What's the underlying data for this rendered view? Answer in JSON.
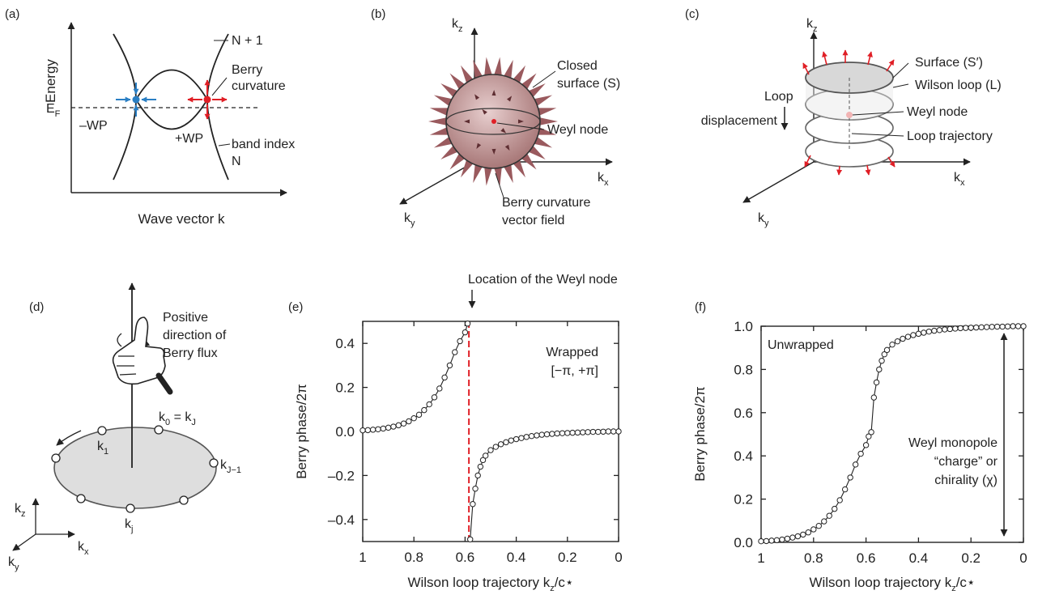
{
  "figure": {
    "panels": {
      "a": {
        "tag": "(a)",
        "ylabel": "Energy",
        "xlabel": "Wave vector k",
        "ef_main": "E",
        "ef_sub": "F",
        "band_upper": "N + 1",
        "band_lower_1": "band index",
        "band_lower_2": "N",
        "berry_1": "Berry",
        "berry_2": "curvature",
        "wp_minus": "–WP",
        "wp_plus": "+WP",
        "colors": {
          "minus": "#2a7fc4",
          "plus": "#e01f26"
        }
      },
      "b": {
        "tag": "(b)",
        "kz": "k",
        "kz_sub": "z",
        "kx": "k",
        "kx_sub": "x",
        "ky": "k",
        "ky_sub": "y",
        "closed_1": "Closed",
        "closed_2": "surface (S)",
        "weyl": "Weyl node",
        "field_1": "Berry curvature",
        "field_2": "vector field",
        "colors": {
          "spikes": "#8a4a4e",
          "sphere": "#c7a2a2"
        }
      },
      "c": {
        "tag": "(c)",
        "kz": "k",
        "kz_sub": "z",
        "kx": "k",
        "kx_sub": "x",
        "ky": "k",
        "ky_sub": "y",
        "surface": "Surface (S′)",
        "wilson": "Wilson loop (L)",
        "weyl": "Weyl node",
        "trajectory": "Loop trajectory",
        "disp_1": "Loop",
        "disp_2": "displacement",
        "colors": {
          "arrows": "#e01f26"
        }
      },
      "d": {
        "tag": "(d)",
        "flux_1": "Positive",
        "flux_2": "direction of",
        "flux_3": "Berry flux",
        "k0": "k",
        "k0_sub": "0",
        "kJ_sub": "J",
        "k1": "k",
        "k1_sub": "1",
        "kJm1": "k",
        "kJm1_sub": "J−1",
        "kj": "k",
        "kj_sub": "j",
        "kz": "k",
        "kz_sub": "z",
        "kx": "k",
        "kx_sub": "x",
        "ky": "k",
        "ky_sub": "y"
      },
      "e": {
        "tag": "(e)",
        "top_note": "Location of the Weyl node",
        "wrapped_1": "Wrapped",
        "wrapped_2": "[−π, +π]",
        "ylabel": "Berry phase/2π",
        "xlabel_1": "Wilson loop trajectory",
        "xlabel_k": "k",
        "xlabel_sub": "z",
        "xlabel_2": "/c⋆",
        "colors": {
          "node_line": "#e01f26"
        }
      },
      "f": {
        "tag": "(f)",
        "unwrapped": "Unwrapped",
        "mono_1": "Weyl monopole",
        "mono_2": "“charge” or",
        "mono_3": "chirality (χ)",
        "ylabel": "Berry phase/2π",
        "xlabel_1": "Wilson loop trajectory",
        "xlabel_k": "k",
        "xlabel_sub": "z",
        "xlabel_2": "/c⋆"
      }
    }
  },
  "chart_data": [
    {
      "panel": "e",
      "type": "scatter",
      "connected": true,
      "x": [
        1.0,
        0.98,
        0.96,
        0.94,
        0.92,
        0.9,
        0.88,
        0.86,
        0.84,
        0.82,
        0.8,
        0.78,
        0.76,
        0.74,
        0.72,
        0.7,
        0.68,
        0.66,
        0.64,
        0.62,
        0.6,
        0.59,
        0.58,
        0.57,
        0.56,
        0.55,
        0.54,
        0.53,
        0.52,
        0.5,
        0.48,
        0.46,
        0.44,
        0.42,
        0.4,
        0.38,
        0.36,
        0.34,
        0.32,
        0.3,
        0.28,
        0.26,
        0.24,
        0.22,
        0.2,
        0.18,
        0.16,
        0.14,
        0.12,
        0.1,
        0.08,
        0.06,
        0.04,
        0.02,
        0.0
      ],
      "y": [
        0.005,
        0.006,
        0.008,
        0.01,
        0.013,
        0.017,
        0.022,
        0.028,
        0.036,
        0.046,
        0.06,
        0.076,
        0.097,
        0.123,
        0.155,
        0.195,
        0.245,
        0.3,
        0.36,
        0.41,
        0.45,
        0.49,
        -0.49,
        -0.33,
        -0.26,
        -0.2,
        -0.16,
        -0.13,
        -0.11,
        -0.085,
        -0.07,
        -0.058,
        -0.049,
        -0.041,
        -0.035,
        -0.03,
        -0.025,
        -0.021,
        -0.018,
        -0.015,
        -0.013,
        -0.011,
        -0.009,
        -0.008,
        -0.007,
        -0.006,
        -0.005,
        -0.004,
        -0.003,
        -0.002,
        -0.002,
        -0.001,
        0.0,
        0.0,
        0.0
      ],
      "xlim": [
        1,
        0
      ],
      "ylim": [
        -0.5,
        0.5
      ],
      "xticks": [
        1,
        0.8,
        0.6,
        0.4,
        0.2,
        0
      ],
      "xticklabels": [
        "1",
        "0.8",
        "0.6",
        "0.4",
        "0.2",
        "0"
      ],
      "yticks": [
        -0.4,
        -0.2,
        0.0,
        0.2,
        0.4
      ],
      "yticklabels": [
        "–0.4",
        "–0.2",
        "0.0",
        "0.2",
        "0.4"
      ],
      "vline_x": 0.585
    },
    {
      "panel": "f",
      "type": "scatter",
      "connected": true,
      "x": [
        1.0,
        0.98,
        0.96,
        0.94,
        0.92,
        0.9,
        0.88,
        0.86,
        0.84,
        0.82,
        0.8,
        0.78,
        0.76,
        0.74,
        0.72,
        0.7,
        0.68,
        0.66,
        0.64,
        0.62,
        0.6,
        0.59,
        0.58,
        0.57,
        0.56,
        0.55,
        0.54,
        0.53,
        0.52,
        0.5,
        0.48,
        0.46,
        0.44,
        0.42,
        0.4,
        0.38,
        0.36,
        0.34,
        0.32,
        0.3,
        0.28,
        0.26,
        0.24,
        0.22,
        0.2,
        0.18,
        0.16,
        0.14,
        0.12,
        0.1,
        0.08,
        0.06,
        0.04,
        0.02,
        0.0
      ],
      "y": [
        0.005,
        0.006,
        0.008,
        0.01,
        0.013,
        0.017,
        0.022,
        0.028,
        0.036,
        0.046,
        0.06,
        0.076,
        0.097,
        0.123,
        0.155,
        0.195,
        0.245,
        0.3,
        0.36,
        0.41,
        0.45,
        0.49,
        0.51,
        0.67,
        0.74,
        0.8,
        0.84,
        0.87,
        0.89,
        0.915,
        0.93,
        0.942,
        0.951,
        0.959,
        0.965,
        0.97,
        0.975,
        0.979,
        0.982,
        0.985,
        0.987,
        0.989,
        0.991,
        0.992,
        0.993,
        0.994,
        0.995,
        0.996,
        0.997,
        0.998,
        0.998,
        0.999,
        1.0,
        1.0,
        1.0
      ],
      "xlim": [
        1,
        0
      ],
      "ylim": [
        0,
        1
      ],
      "xticks": [
        1,
        0.8,
        0.6,
        0.4,
        0.2,
        0
      ],
      "xticklabels": [
        "1",
        "0.8",
        "0.6",
        "0.4",
        "0.2",
        "0"
      ],
      "yticks": [
        0.0,
        0.2,
        0.4,
        0.6,
        0.8,
        1.0
      ],
      "yticklabels": [
        "0.0",
        "0.2",
        "0.4",
        "0.6",
        "0.8",
        "1.0"
      ]
    }
  ]
}
